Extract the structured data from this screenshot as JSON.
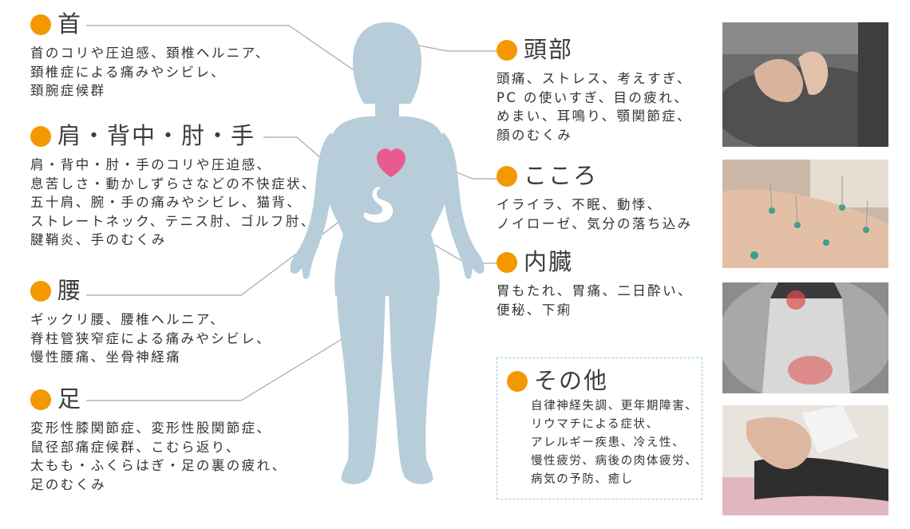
{
  "sections": {
    "neck": {
      "title": "首",
      "lines": [
        "首のコリや圧迫感、頚椎ヘルニア、",
        "頚椎症による痛みやシビレ、",
        "頚腕症候群"
      ]
    },
    "shoulder": {
      "title": "肩・背中・肘・手",
      "lines": [
        "肩・背中・肘・手のコリや圧迫感、",
        "息苦しさ・動かしずらさなどの不快症状、",
        "五十肩、腕・手の痛みやシビレ、猫背、",
        "ストレートネック、テニス肘、ゴルフ肘、",
        "腱鞘炎、手のむくみ"
      ]
    },
    "waist": {
      "title": "腰",
      "lines": [
        "ギックリ腰、腰椎ヘルニア、",
        "脊柱管狭窄症による痛みやシビレ、",
        "慢性腰痛、坐骨神経痛"
      ]
    },
    "leg": {
      "title": "足",
      "lines": [
        "変形性膝関節症、変形性股関節症、",
        "鼠径部痛症候群、こむら返り、",
        "太もも・ふくらはぎ・足の裏の疲れ、",
        "足のむくみ"
      ]
    },
    "head": {
      "title": "頭部",
      "lines": [
        "頭痛、ストレス、考えすぎ、",
        "PC の使いすぎ、目の疲れ、",
        "めまい、耳鳴り、顎関節症、",
        "顔のむくみ"
      ]
    },
    "mind": {
      "title": "こころ",
      "lines": [
        "イライラ、不眠、動悸、",
        "ノイローゼ、気分の落ち込み"
      ]
    },
    "organ": {
      "title": "内臓",
      "lines": [
        "胃もたれ、胃痛、二日酔い、",
        "便秘、下痢"
      ]
    },
    "other": {
      "title": "その他",
      "lines": [
        "自律神経失調、更年期障害、",
        "リウマチによる症状、",
        "アレルギー疾患、冷え性、",
        "慢性疲労、病後の肉体疲労、",
        "病気の予防、癒し"
      ]
    }
  },
  "colors": {
    "accent": "#f39800",
    "body": "#b7cdd9",
    "heart": "#e95b8e",
    "connector": "#a8a8a8",
    "dashed_border": "#9ccbe6"
  },
  "icons": {
    "bullet": "orange-dot",
    "heart": "heart-icon",
    "stomach": "stomach-icon"
  },
  "photos": [
    "massage-back-photo",
    "acupuncture-photo",
    "back-pain-photo",
    "leg-massage-photo"
  ]
}
